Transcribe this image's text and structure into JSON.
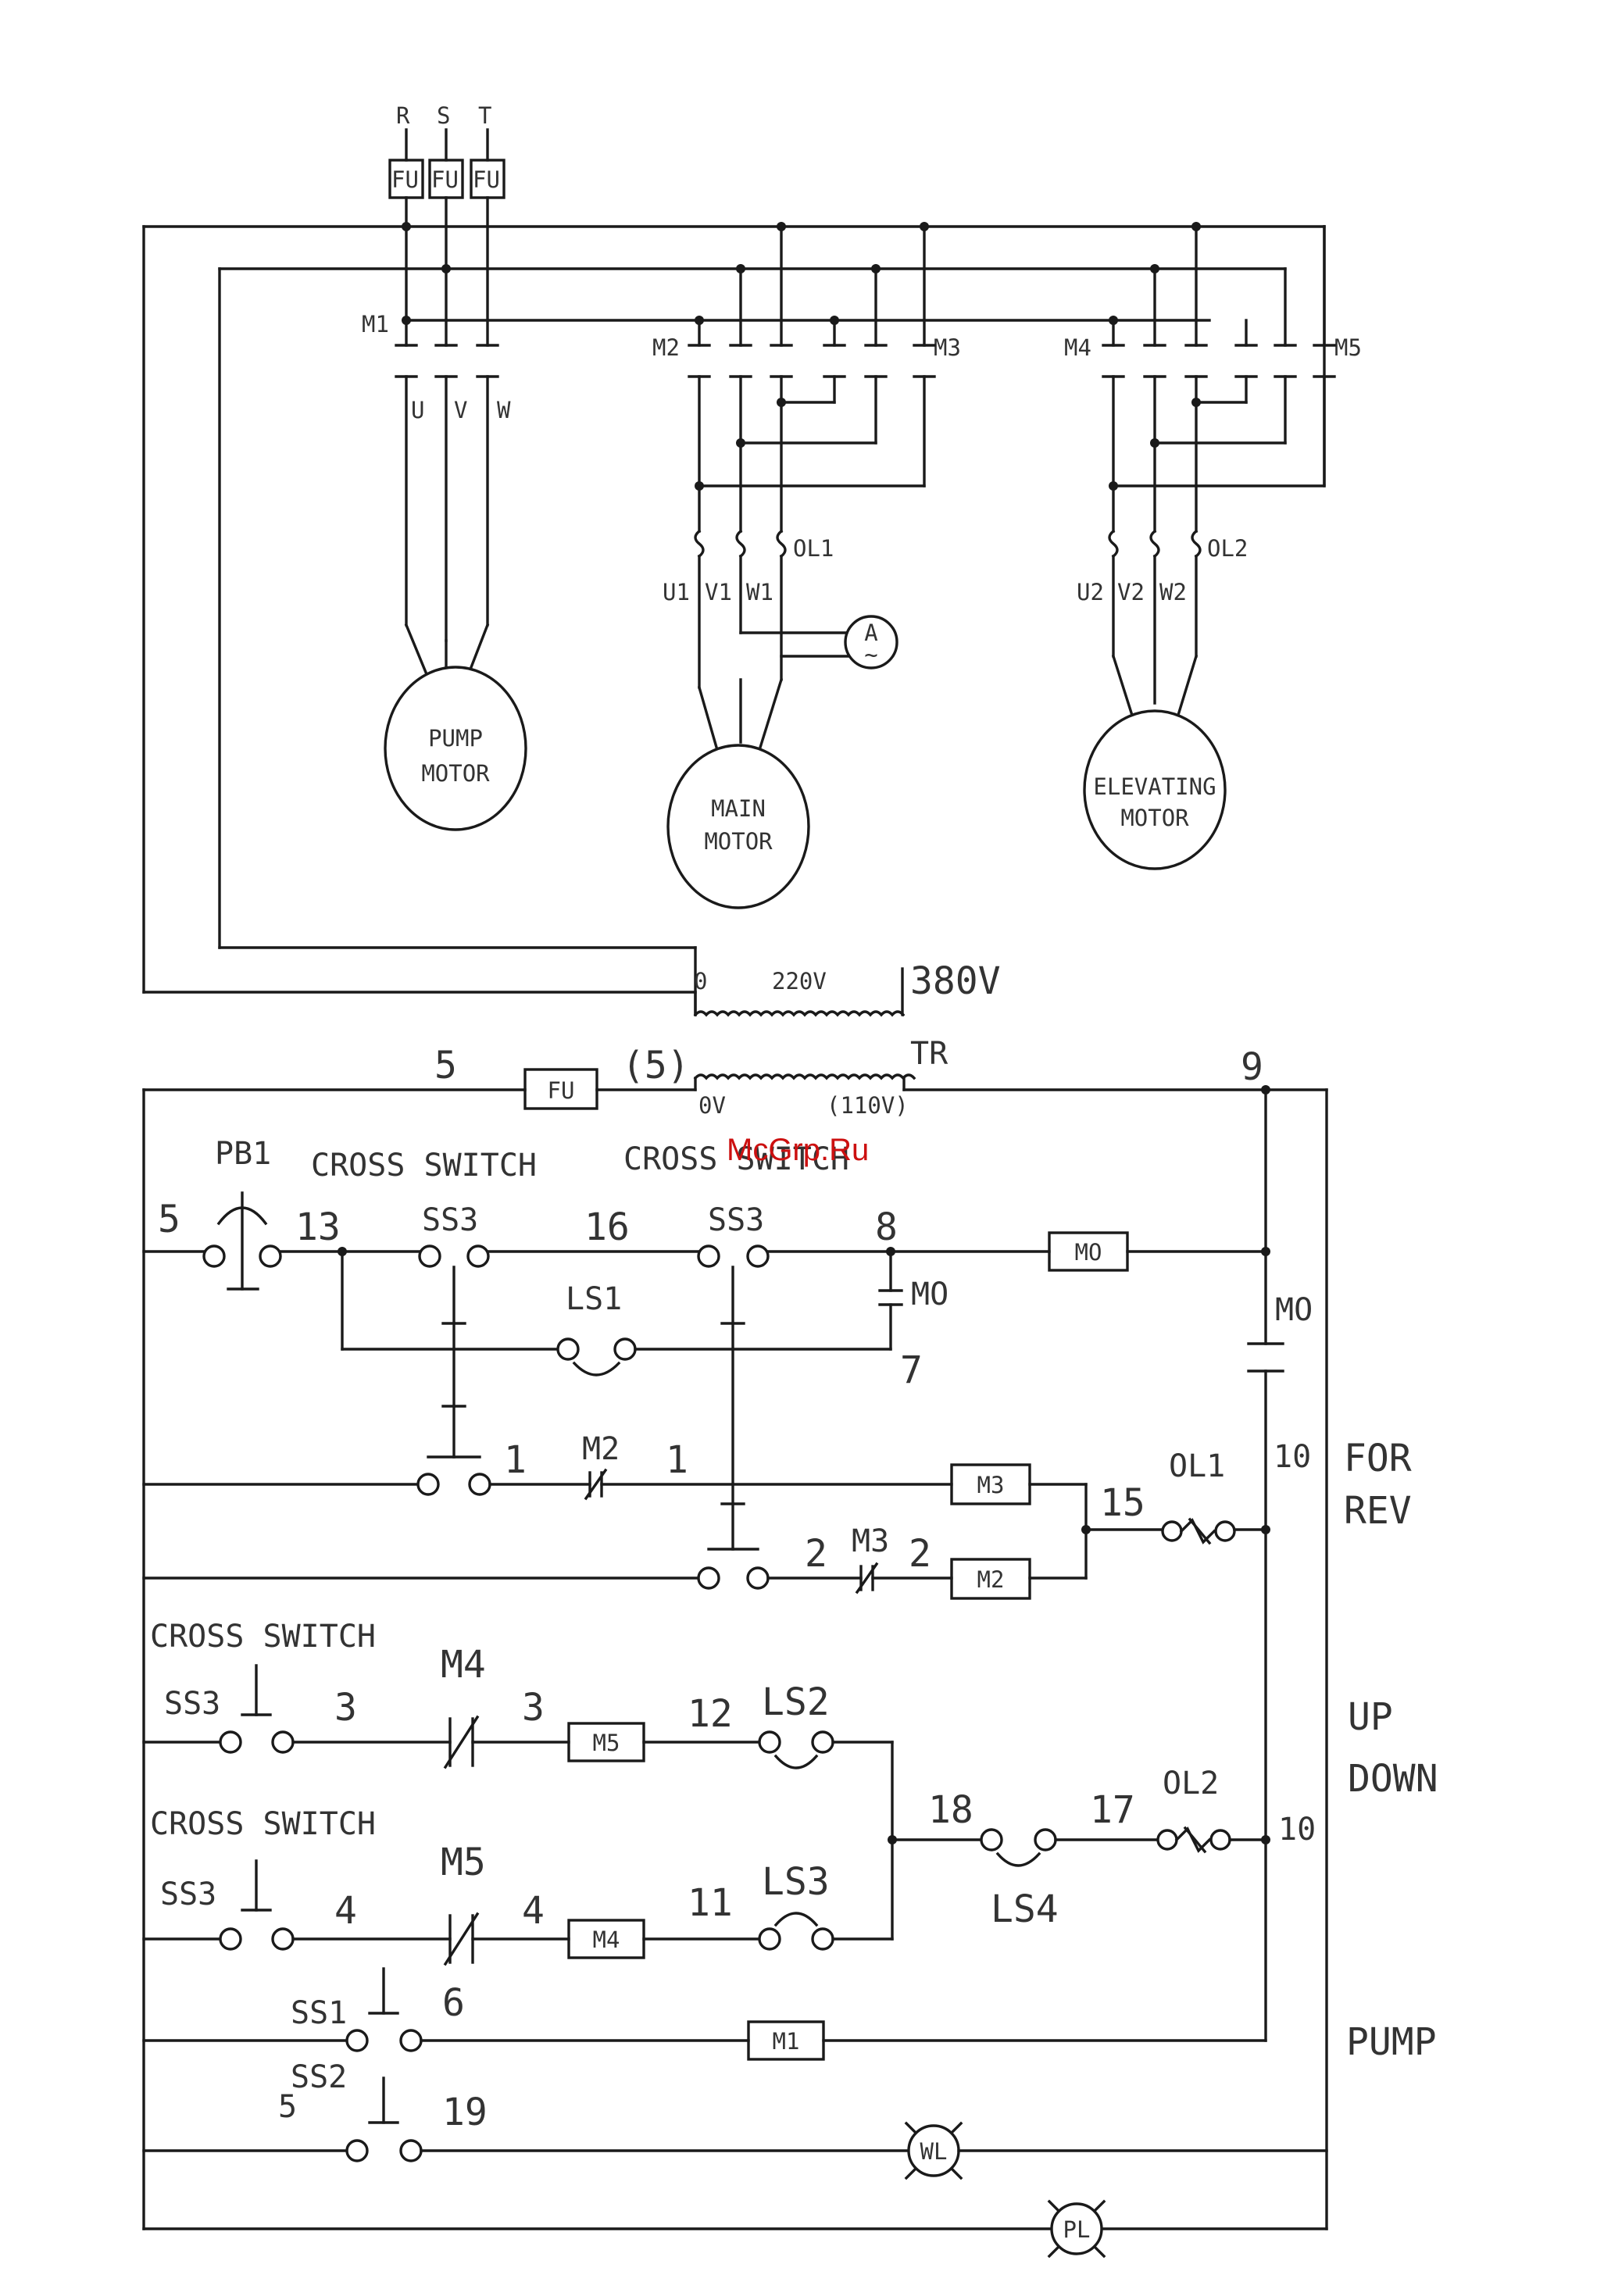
{
  "watermark": "McGrp.Ru",
  "power": {
    "phases": [
      "R",
      "S",
      "T"
    ],
    "fuse": "FU",
    "contactors": {
      "m1": "M1",
      "m2": "M2",
      "m3": "M3",
      "m4": "M4",
      "m5": "M5"
    },
    "pump_terminals": [
      "U",
      "V",
      "W"
    ],
    "main_terminals": [
      "U1",
      "V1",
      "W1"
    ],
    "elev_terminals": [
      "U2",
      "V2",
      "W2"
    ],
    "overloads": {
      "ol1": "OL1",
      "ol2": "OL2"
    },
    "ammeter": "A",
    "ammeter_sub": "~",
    "motors": {
      "pump": [
        "PUMP",
        "MOTOR"
      ],
      "main": [
        "MAIN",
        "MOTOR"
      ],
      "elevating": [
        "ELEVATING",
        "MOTOR"
      ]
    },
    "transformer": {
      "zero": "0",
      "tap": "220V",
      "primary": "380V"
    }
  },
  "control": {
    "wire_5": "5",
    "fuse": "FU",
    "wire_5_paren": "(5)",
    "tr": "TR",
    "wire_9": "9",
    "tr_0v": "0V",
    "tr_110v": "(110V)",
    "pb1": "PB1",
    "cross_switch": "CROSS SWITCH",
    "ss3": "SS3",
    "wire_13": "13",
    "wire_16": "16",
    "wire_8": "8",
    "wire_7": "7",
    "m0": "MO",
    "ls1": "LS1",
    "wire_1": "1",
    "m2": "M2",
    "m3": "M3",
    "wire_2": "2",
    "wire_15": "15",
    "ol1": "OL1",
    "wire_10": "10",
    "for": "FOR",
    "rev": "REV",
    "m4": "M4",
    "m5": "M5",
    "wire_3": "3",
    "wire_4": "4",
    "wire_12": "12",
    "wire_11": "11",
    "ls2": "LS2",
    "ls3": "LS3",
    "ls4": "LS4",
    "wire_18": "18",
    "wire_17": "17",
    "ol2": "OL2",
    "up": "UP",
    "down": "DOWN",
    "ss1": "SS1",
    "wire_6": "6",
    "m1": "M1",
    "pump": "PUMP",
    "ss2": "SS2",
    "wire_19": "19",
    "wl": "WL",
    "pl": "PL"
  }
}
